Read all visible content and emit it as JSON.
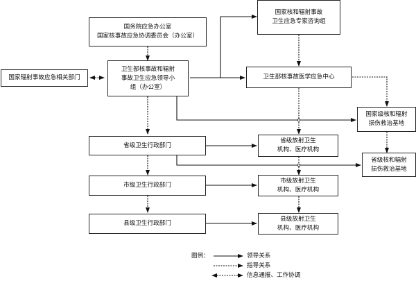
{
  "nodes": {
    "state_council": "国务院应急办公室\n国家核事故应急协调委员会（办公室）",
    "expert_group": "国家核和辐射事故\n卫生应急专家咨询组",
    "related_depts": "国家辐射事故应急相关部门",
    "leading_group": "卫生部核事故和辐射\n事故卫生应急领导小\n组（办公室）",
    "medical_center": "卫生部核事故医学应急中心",
    "national_base": "国家级核和辐射\n损伤救治基地",
    "provincial_admin": "省级卫生行政部门",
    "provincial_institutions": "省级放射卫生\n机构、医疗机构",
    "provincial_base": "省级核和辐射\n损伤救治基地",
    "city_admin": "市级卫生行政部门",
    "city_institutions": "市级放射卫生\n机构、医疗机构",
    "county_admin": "县级卫生行政部门",
    "county_institutions": "县级放射卫生\n机构、医疗机构"
  },
  "legend": {
    "title": "图例：",
    "items": [
      {
        "label": "领导关系",
        "style": "solid"
      },
      {
        "label": "指导关系",
        "style": "dashed"
      },
      {
        "label": "信息通报、工作协调",
        "style": "dashed-bidirectional"
      }
    ]
  }
}
